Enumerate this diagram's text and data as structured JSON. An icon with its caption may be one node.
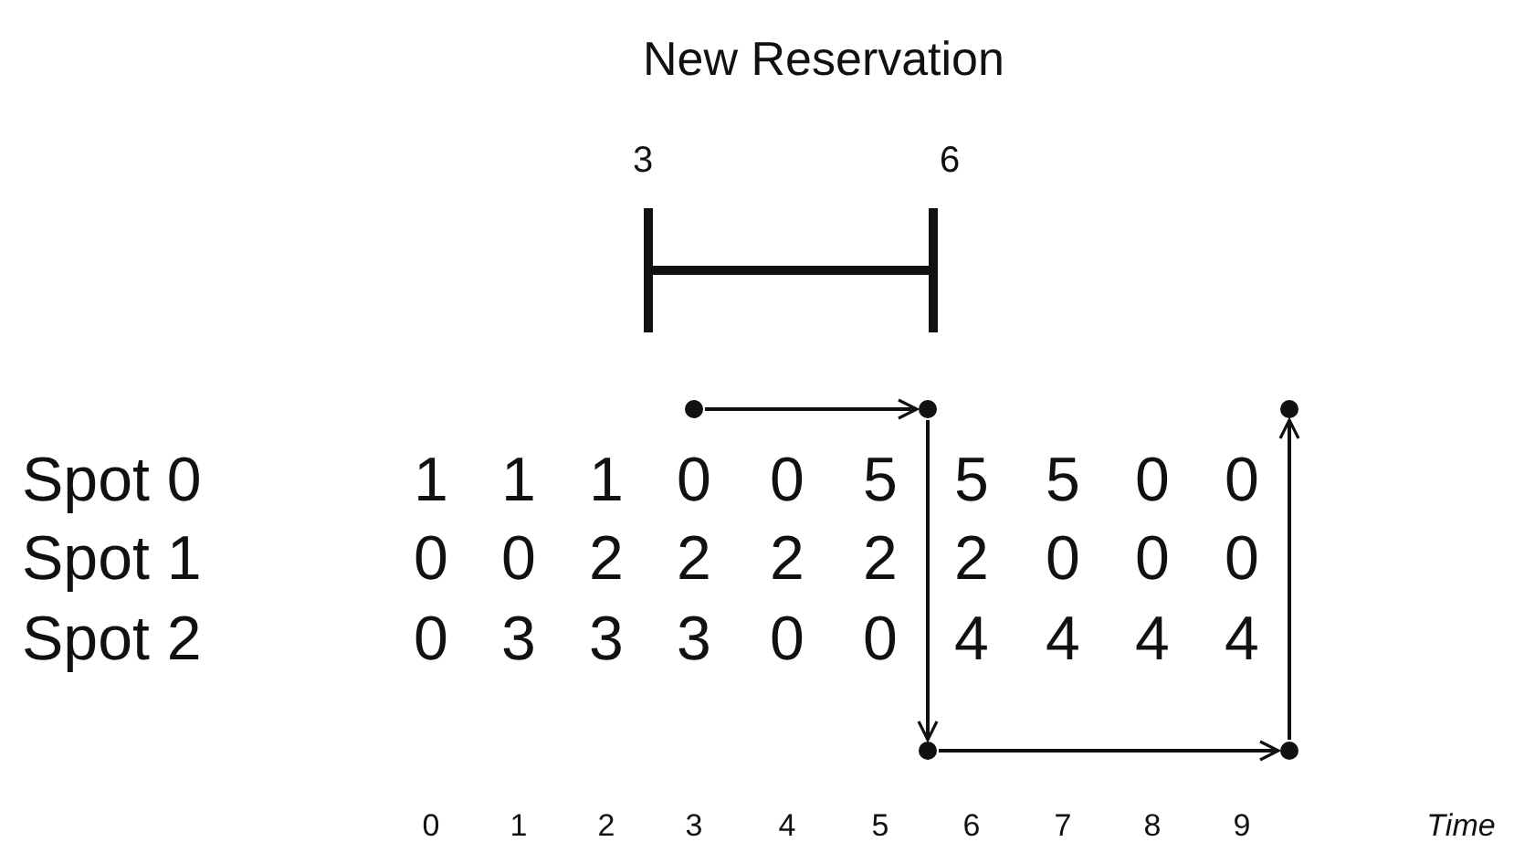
{
  "diagram": {
    "title": "New Reservation",
    "nodes": [
      {
        "text": [],
        "shape": "circle"
      },
      {
        "text": [],
        "shape": "circle"
      },
      {
        "text": [],
        "shape": "circle"
      },
      {
        "text": [],
        "shape": "circle"
      },
      {
        "text": [],
        "shape": "circle"
      }
    ],
    "edges": [
      {
        "from": 0,
        "to": 1,
        "arrow": "to"
      },
      {
        "from": 1,
        "to": 2,
        "arrow": "to"
      },
      {
        "from": 2,
        "to": 3,
        "arrow": "to"
      },
      {
        "from": 3,
        "to": 4,
        "arrow": "to"
      }
    ],
    "labels": [
      "3",
      "6",
      "Spot 0",
      "1",
      "1",
      "1",
      "0",
      "0",
      "5",
      "5",
      "5",
      "0",
      "0",
      "Spot 1",
      "0",
      "0",
      "2",
      "2",
      "2",
      "2",
      "2",
      "0",
      "0",
      "0",
      "Spot 2",
      "0",
      "3",
      "3",
      "3",
      "0",
      "0",
      "4",
      "4",
      "4",
      "4",
      "0",
      "1",
      "2",
      "3",
      "4",
      "5",
      "6",
      "7",
      "8",
      "9",
      "Time"
    ]
  }
}
